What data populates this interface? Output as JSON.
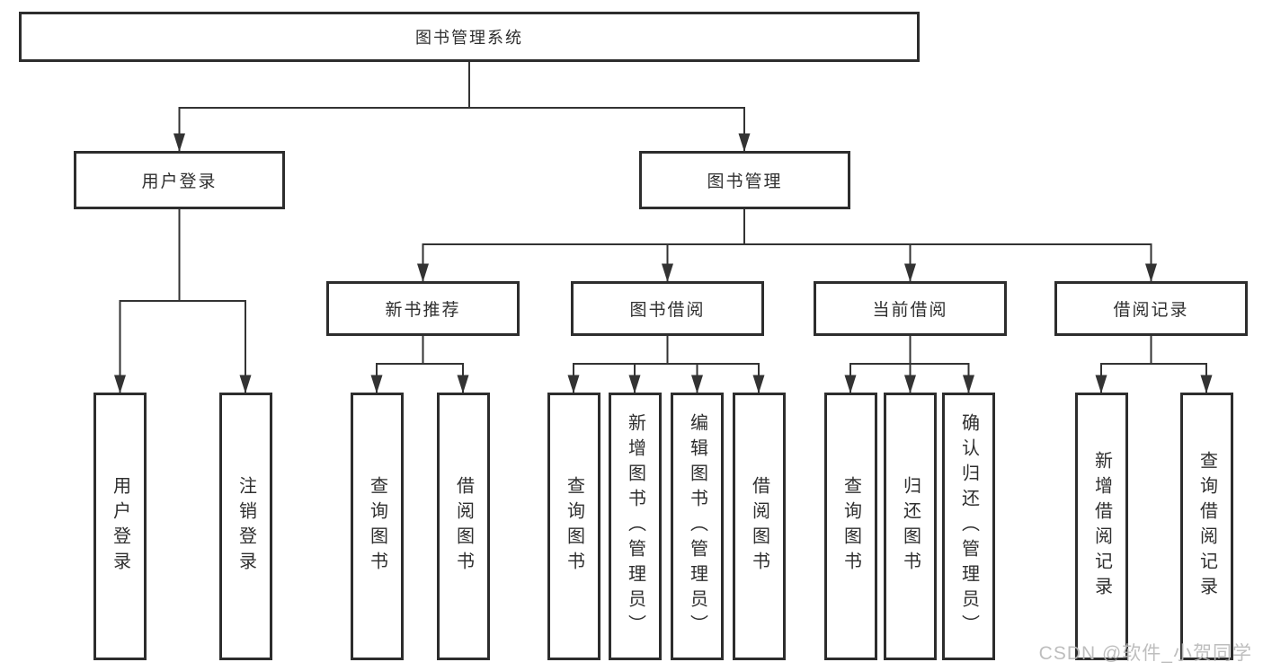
{
  "diagram": {
    "root": {
      "label": "图书管理系统"
    },
    "branches": [
      {
        "label": "用户登录",
        "leaves": [
          {
            "label": "用户登录"
          },
          {
            "label": "注销登录"
          }
        ]
      },
      {
        "label": "图书管理",
        "groups": [
          {
            "label": "新书推荐",
            "leaves": [
              {
                "label": "查询图书"
              },
              {
                "label": "借阅图书"
              }
            ]
          },
          {
            "label": "图书借阅",
            "leaves": [
              {
                "label": "查询图书"
              },
              {
                "label": "新增图书（管理员）"
              },
              {
                "label": "编辑图书（管理员）"
              },
              {
                "label": "借阅图书"
              }
            ]
          },
          {
            "label": "当前借阅",
            "leaves": [
              {
                "label": "查询图书"
              },
              {
                "label": "归还图书"
              },
              {
                "label": "确认归还（管理员）"
              }
            ]
          },
          {
            "label": "借阅记录",
            "leaves": [
              {
                "label": "新增借阅记录"
              },
              {
                "label": "查询借阅记录"
              }
            ]
          }
        ]
      }
    ]
  },
  "watermark": {
    "text": "CSDN @软件_小贺同学"
  },
  "colors": {
    "line": "#333333",
    "border": "#2d2d2d",
    "text": "#2f2f2f",
    "watermark": "#b9b9b9",
    "bg": "#ffffff"
  }
}
